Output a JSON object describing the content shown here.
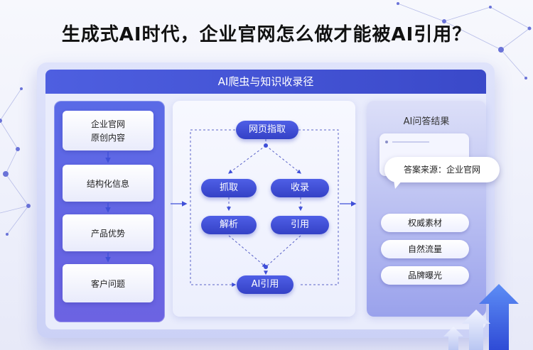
{
  "headline": "生成式AI时代，企业官网怎么做才能被AI引用？",
  "panel_title": "AI爬虫与知识收录径",
  "left_column": {
    "cards": [
      {
        "line1": "企业官网",
        "line2": "原创内容"
      },
      {
        "line1": "结构化信息",
        "line2": ""
      },
      {
        "line1": "产品优势",
        "line2": ""
      },
      {
        "line1": "客户问题",
        "line2": ""
      }
    ]
  },
  "middle_column": {
    "top": "网页指取",
    "grab": "抓取",
    "index": "收录",
    "parse": "解析",
    "cite": "引用",
    "bottom": "AI引用"
  },
  "right_column": {
    "title": "AI问答结果",
    "answer_bubble": "答案来源：企业官网",
    "benefits": [
      "权威素材",
      "自然流量",
      "品牌曝光"
    ]
  },
  "colors": {
    "accent": "#3f4fd8",
    "panel": "#dfe3fb"
  }
}
